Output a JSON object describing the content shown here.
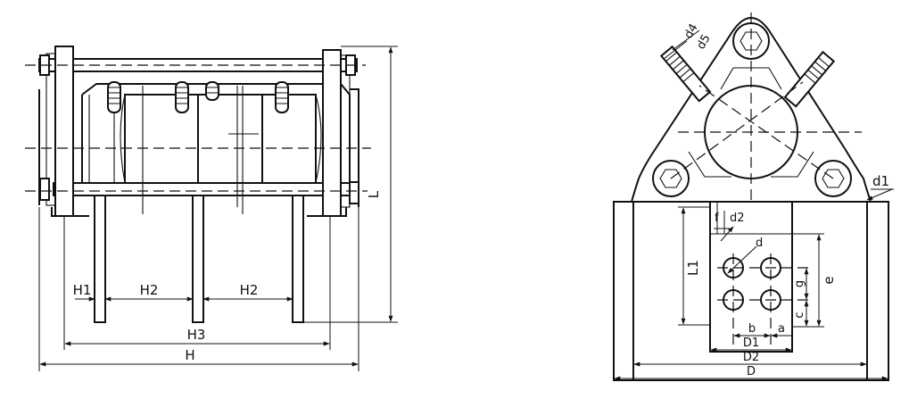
{
  "left_view": {
    "labels": {
      "h1": "H1",
      "h2_a": "H2",
      "h2_b": "H2",
      "h3": "H3",
      "h": "H",
      "l": "L"
    }
  },
  "right_view": {
    "labels": {
      "d4": "d4",
      "d5": "d5",
      "d1": "d1",
      "f": "f",
      "d2": "d2",
      "d": "d",
      "l1": "L1",
      "e": "e",
      "g": "g",
      "c": "c",
      "b": "b",
      "a": "a",
      "D1": "D1",
      "D2": "D2",
      "D": "D"
    }
  }
}
